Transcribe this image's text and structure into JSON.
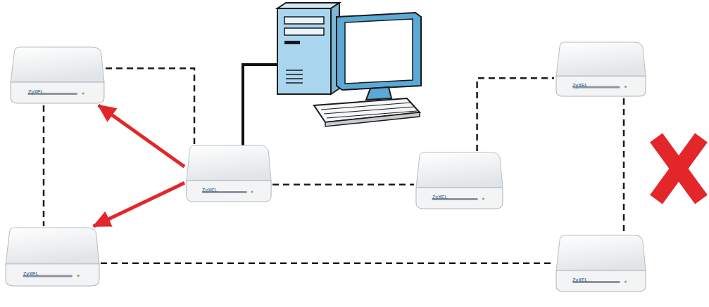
{
  "diagram": {
    "nodes": [
      {
        "text": [
          "ZyXEL"
        ]
      },
      {
        "text": [
          "ZyXEL"
        ]
      },
      {
        "text": [
          "ZyXEL"
        ]
      },
      {
        "text": [
          "ZyXEL"
        ]
      },
      {
        "text": [
          "ZyXEL"
        ]
      },
      {
        "text": [
          "ZyXEL"
        ]
      }
    ],
    "edges": [
      {
        "from": 0,
        "to": 2,
        "arrow": "none"
      },
      {
        "from": 0,
        "to": 1,
        "arrow": "none"
      },
      {
        "from": 2,
        "to": 3,
        "arrow": "none"
      },
      {
        "from": 3,
        "to": 4,
        "arrow": "none"
      },
      {
        "from": 4,
        "to": 5,
        "arrow": "none"
      },
      {
        "from": 1,
        "to": 5,
        "arrow": "none"
      },
      {
        "from": 2,
        "to": 0,
        "arrow": "to"
      },
      {
        "from": 2,
        "to": 1,
        "arrow": "to"
      }
    ]
  }
}
